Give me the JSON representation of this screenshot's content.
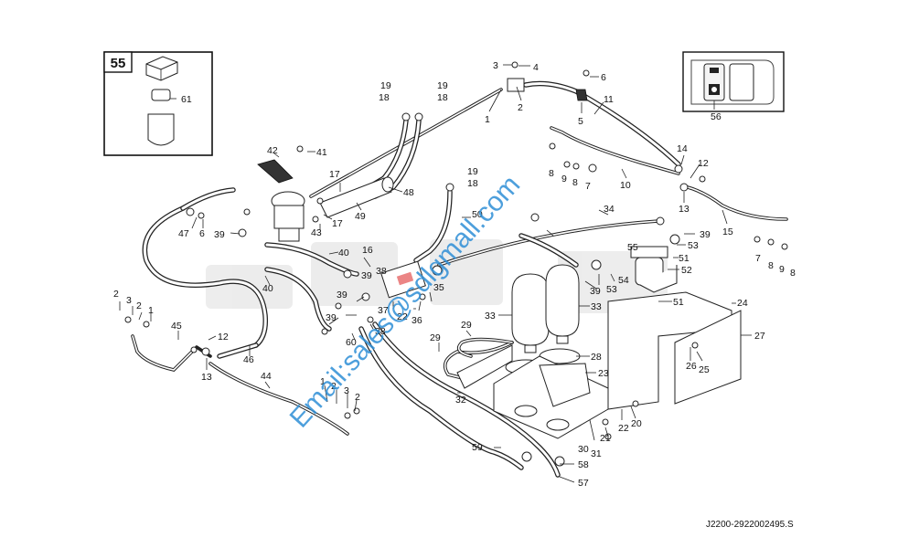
{
  "drawing_id": "J2200-2922002495.S",
  "watermark": "Email:sales@sdlgmall.com",
  "inset_filter": {
    "box_label": "55",
    "item": "61"
  },
  "inset_switch": {
    "item": "56"
  },
  "callouts": {
    "c1": "1",
    "c2": "2",
    "c3": "3",
    "c4": "4",
    "c5": "5",
    "c6": "6",
    "c7": "7",
    "c8": "8",
    "c9": "9",
    "c10": "10",
    "c11": "11",
    "c12": "12",
    "c13": "13",
    "c14": "14",
    "c15": "15",
    "c16": "16",
    "c17": "17",
    "c18": "18",
    "c19": "19",
    "c20": "20",
    "c21": "21",
    "c22": "22",
    "c23": "23",
    "c24": "24",
    "c25": "25",
    "c26": "26",
    "c27": "27",
    "c28": "28",
    "c29": "29",
    "c30": "30",
    "c31": "31",
    "c32": "32",
    "c33": "33",
    "c34": "34",
    "c35": "35",
    "c36": "36",
    "c37": "37",
    "c38": "38",
    "c39": "39",
    "c40": "40",
    "c41": "41",
    "c42": "42",
    "c43": "43",
    "c44": "44",
    "c45": "45",
    "c46": "46",
    "c47": "47",
    "c48": "48",
    "c49": "49",
    "c50": "50",
    "c51": "51",
    "c52": "52",
    "c53": "53",
    "c54": "54",
    "c55": "55",
    "c57": "57",
    "c58": "58",
    "c59": "59",
    "c60": "60"
  }
}
